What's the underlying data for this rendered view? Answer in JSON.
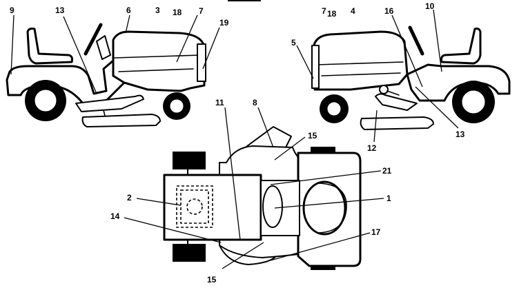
{
  "callouts": {
    "left_view": [
      "9",
      "13",
      "6",
      "3",
      "18",
      "7",
      "19"
    ],
    "right_view": [
      "7",
      "18",
      "4",
      "16",
      "10",
      "5",
      "12",
      "13"
    ],
    "top_view": [
      "11",
      "8",
      "15",
      "21",
      "2",
      "1",
      "14",
      "17",
      "15"
    ]
  }
}
